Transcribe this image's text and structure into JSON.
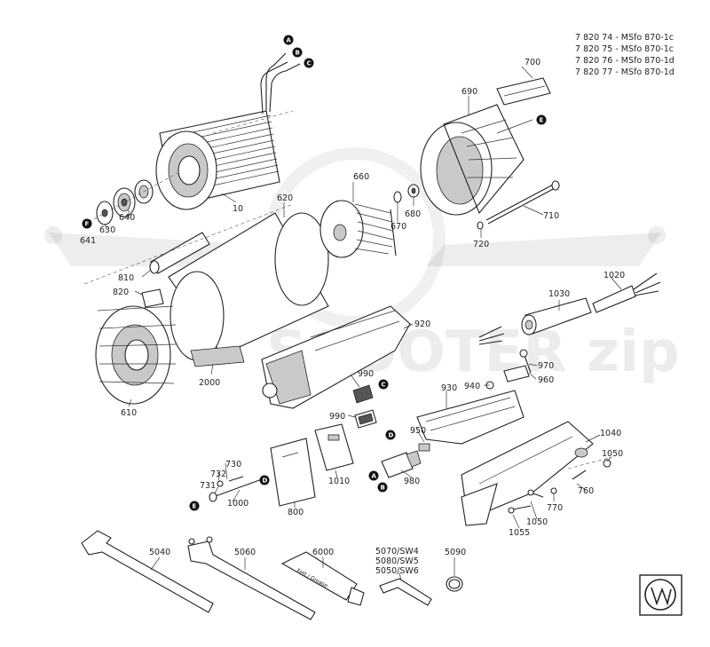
{
  "header": {
    "lines": [
      "7 820 74 - MSfo 870-1c",
      "7 820 75 - MSfo 870-1c",
      "7 820 76 - MSfo 870-1d",
      "7 820 77 - MSfo 870-1d"
    ]
  },
  "parts": {
    "p10": "10",
    "p610": "610",
    "p620": "620",
    "p630": "630",
    "p640": "640",
    "p641": "641",
    "p660": "660",
    "p670": "670",
    "p680": "680",
    "p690": "690",
    "p700": "700",
    "p710": "710",
    "p720": "720",
    "p730": "730",
    "p731": "731",
    "p732": "732",
    "p760": "760",
    "p770": "770",
    "p800": "800",
    "p810": "810",
    "p820": "820",
    "p920": "920",
    "p930": "930",
    "p940": "940",
    "p950": "950",
    "p960": "960",
    "p970": "970",
    "p980": "980",
    "p990a": "990",
    "p990b": "990",
    "p1000": "1000",
    "p1010": "1010",
    "p1020": "1020",
    "p1030": "1030",
    "p1040": "1040",
    "p1050a": "1050",
    "p1050b": "1050",
    "p1055": "1055",
    "p2000": "2000",
    "p5040": "5040",
    "p5060": "5060",
    "p6000": "6000",
    "p5070": "5070/SW4",
    "p5080": "5080/SW5",
    "p5050": "5050/SW6",
    "p5090": "5090"
  },
  "markers": {
    "a": "A",
    "b": "B",
    "c": "C",
    "d": "D",
    "e": "E",
    "f": "F"
  },
  "tube_text": "Fett / Grease",
  "watermark": "SCOOTER zip"
}
